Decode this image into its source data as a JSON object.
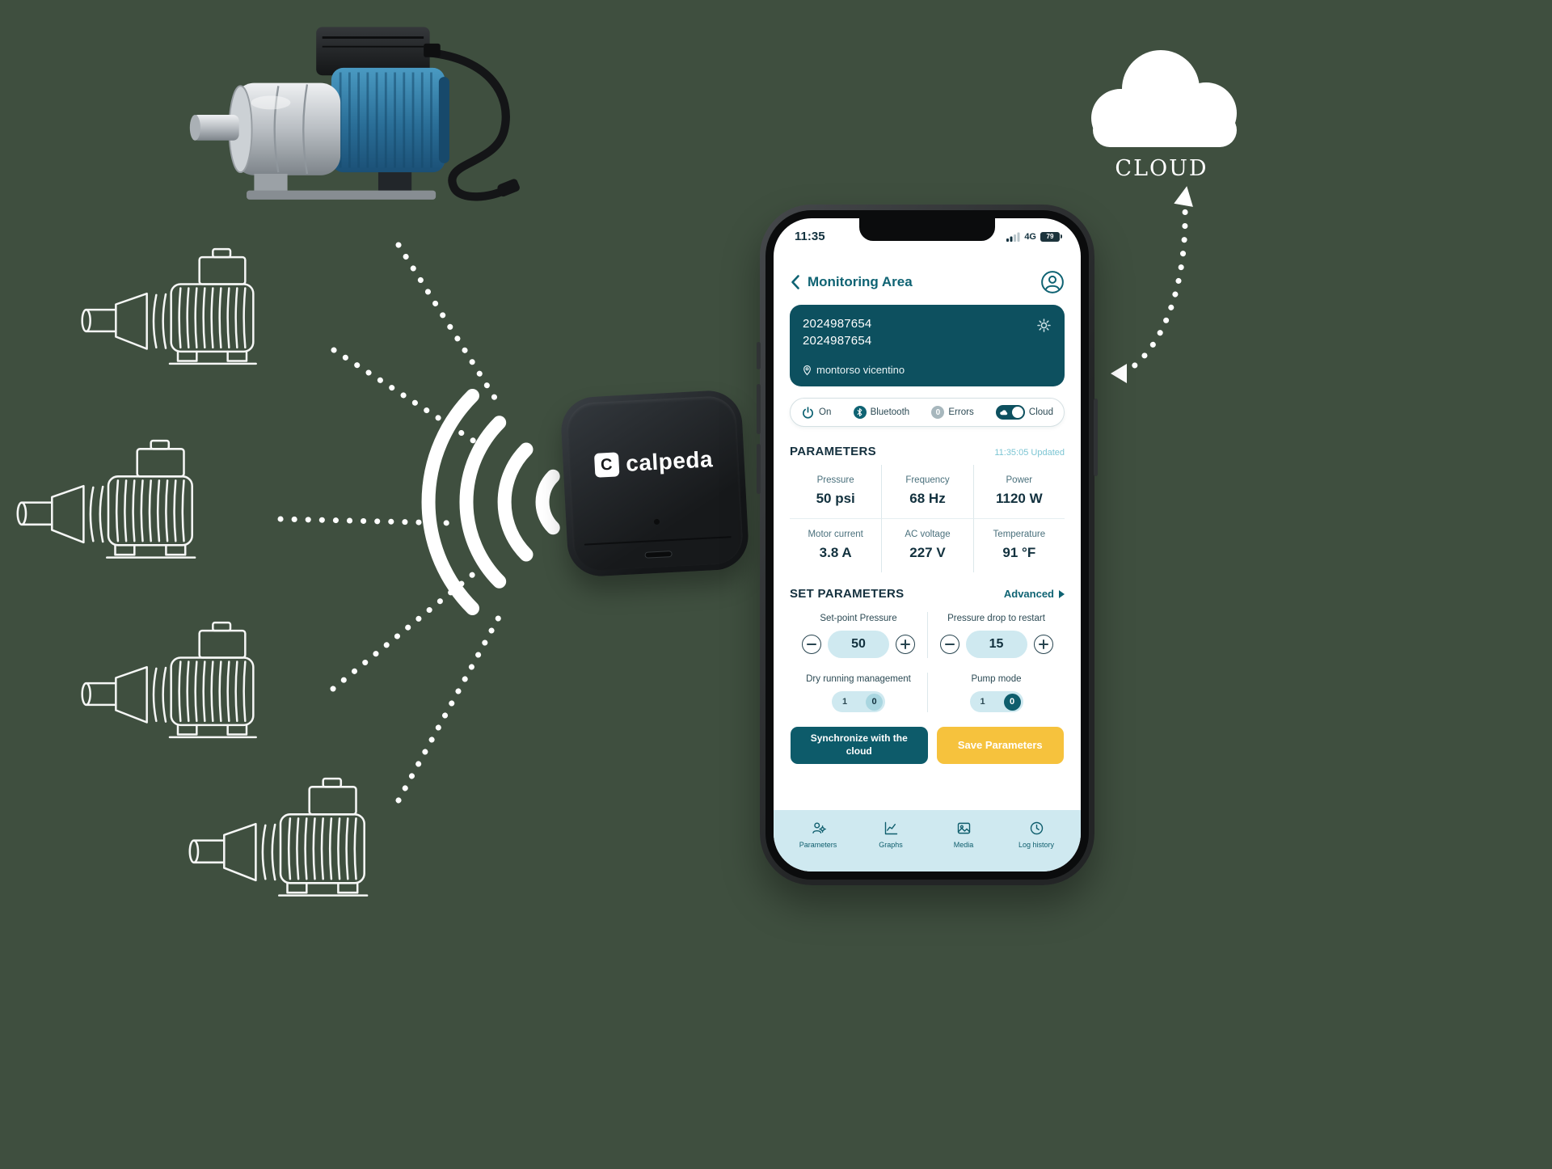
{
  "canvas": {
    "background": "#3f4f3f"
  },
  "cloud": {
    "label": "CLOUD"
  },
  "gateway": {
    "brand": "calpeda",
    "logo_mark": "C"
  },
  "phone": {
    "status_bar": {
      "time": "11:35",
      "network": "4G",
      "battery_percent": "79"
    },
    "header": {
      "title": "Monitoring Area"
    },
    "device_card": {
      "id_line1": "2024987654",
      "id_line2": "2024987654",
      "location": "montorso vicentino"
    },
    "status_pill": {
      "on_label": "On",
      "bluetooth_label": "Bluetooth",
      "errors_count": "0",
      "errors_label": "Errors",
      "cloud_label": "Cloud"
    },
    "parameters": {
      "title": "PARAMETERS",
      "updated": "11:35:05 Updated",
      "cells": [
        {
          "label": "Pressure",
          "value": "50 psi"
        },
        {
          "label": "Frequency",
          "value": "68 Hz"
        },
        {
          "label": "Power",
          "value": "1120 W"
        },
        {
          "label": "Motor current",
          "value": "3.8 A"
        },
        {
          "label": "AC voltage",
          "value": "227 V"
        },
        {
          "label": "Temperature",
          "value": "91 °F"
        }
      ]
    },
    "set_parameters": {
      "title": "SET PARAMETERS",
      "advanced_label": "Advanced",
      "steppers": [
        {
          "label": "Set-point Pressure",
          "value": "50"
        },
        {
          "label": "Pressure drop to restart",
          "value": "15"
        }
      ],
      "toggles": [
        {
          "label": "Dry running management",
          "options": [
            "1",
            "0"
          ],
          "selected": "0"
        },
        {
          "label": "Pump mode",
          "options": [
            "1",
            "0"
          ],
          "selected": "0"
        }
      ],
      "sync_button_label": "Synchronize with the cloud",
      "save_button_label": "Save Parameters"
    },
    "nav": [
      {
        "label": "Parameters"
      },
      {
        "label": "Graphs"
      },
      {
        "label": "Media"
      },
      {
        "label": "Log history"
      }
    ],
    "colors": {
      "accent_teal": "#0f5e6d",
      "card_teal": "#0d505f",
      "light_blue": "#cfe9f0",
      "save_yellow": "#f6c23d"
    }
  }
}
